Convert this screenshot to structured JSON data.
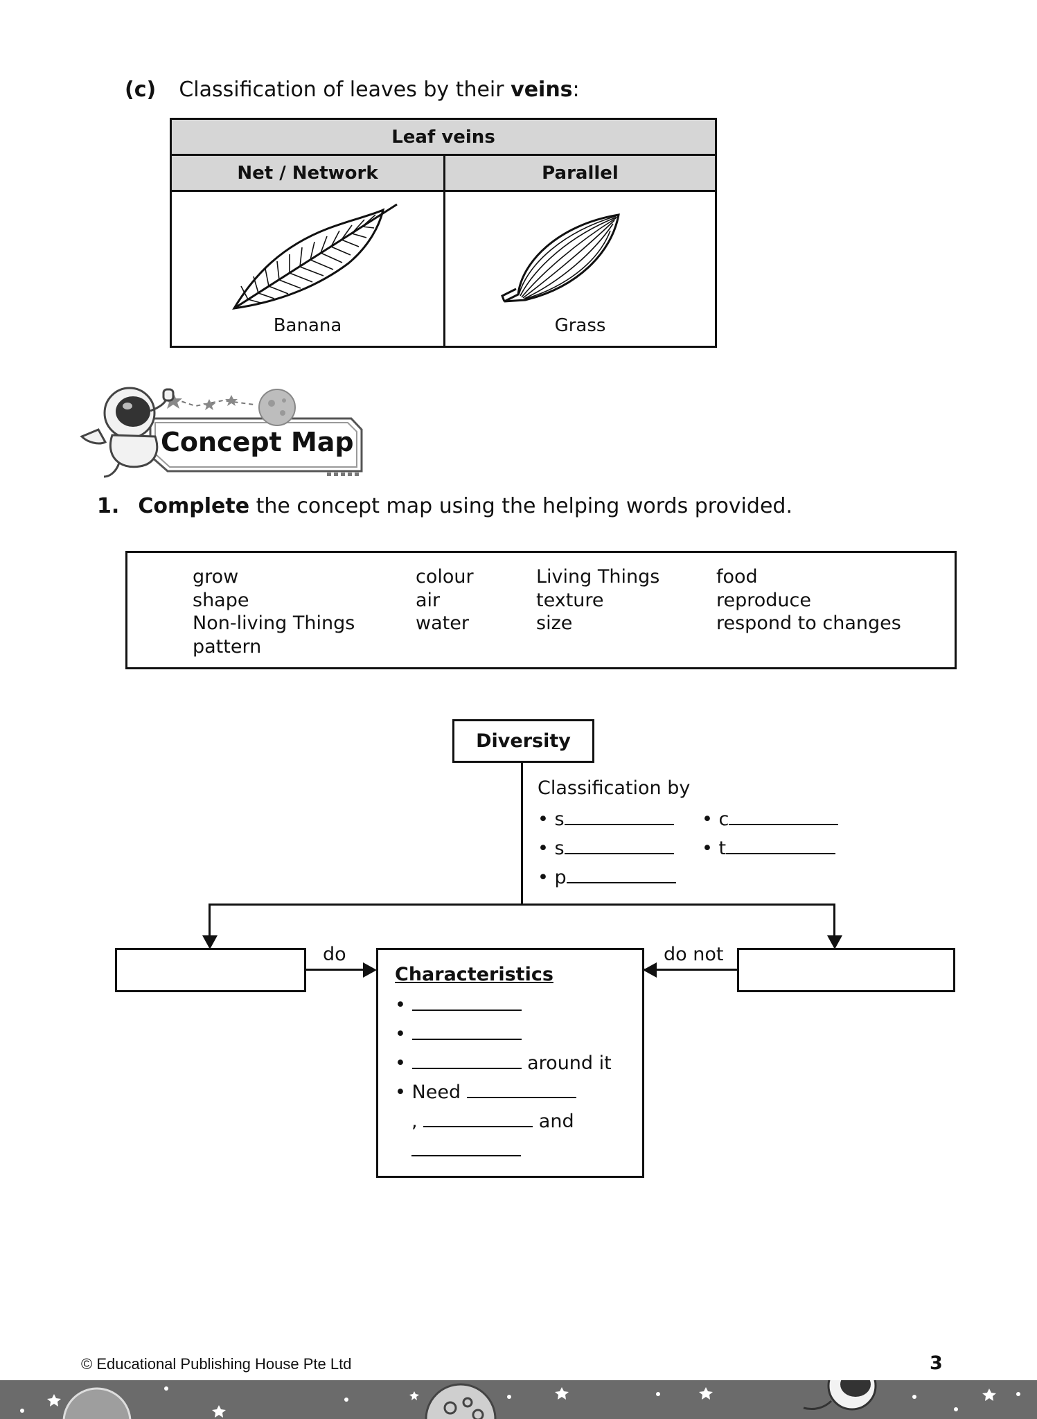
{
  "question_c": {
    "label": "(c)",
    "text_before": "Classification of leaves by their ",
    "text_bold": "veins",
    "text_after": ":"
  },
  "leaf_table": {
    "header": "Leaf veins",
    "columns": [
      {
        "title": "Net / Network",
        "caption": "Banana"
      },
      {
        "title": "Parallel",
        "caption": "Grass"
      }
    ]
  },
  "section": {
    "title": "Concept Map"
  },
  "question_1": {
    "number": "1.",
    "bold": "Complete",
    "text": " the concept map using the helping words provided."
  },
  "word_bank": {
    "columns": [
      [
        "grow",
        "shape",
        "Non-living Things",
        "pattern"
      ],
      [
        "colour",
        "air",
        "water"
      ],
      [
        "Living Things",
        "texture",
        "size"
      ],
      [
        "food",
        "reproduce",
        "respond to changes"
      ]
    ]
  },
  "concept_map": {
    "root": "Diversity",
    "classification_label": "Classification by",
    "classification_items": [
      "s",
      "s",
      "p",
      "c",
      "t"
    ],
    "do_label": "do",
    "do_not_label": "do not",
    "characteristics_title": "Characteristics",
    "around_it": "around it",
    "need": "Need",
    "comma": ",",
    "and": "and",
    "bullet": "•"
  },
  "footer": {
    "copyright": "© Educational Publishing House Pte Ltd",
    "page_number": "3"
  }
}
